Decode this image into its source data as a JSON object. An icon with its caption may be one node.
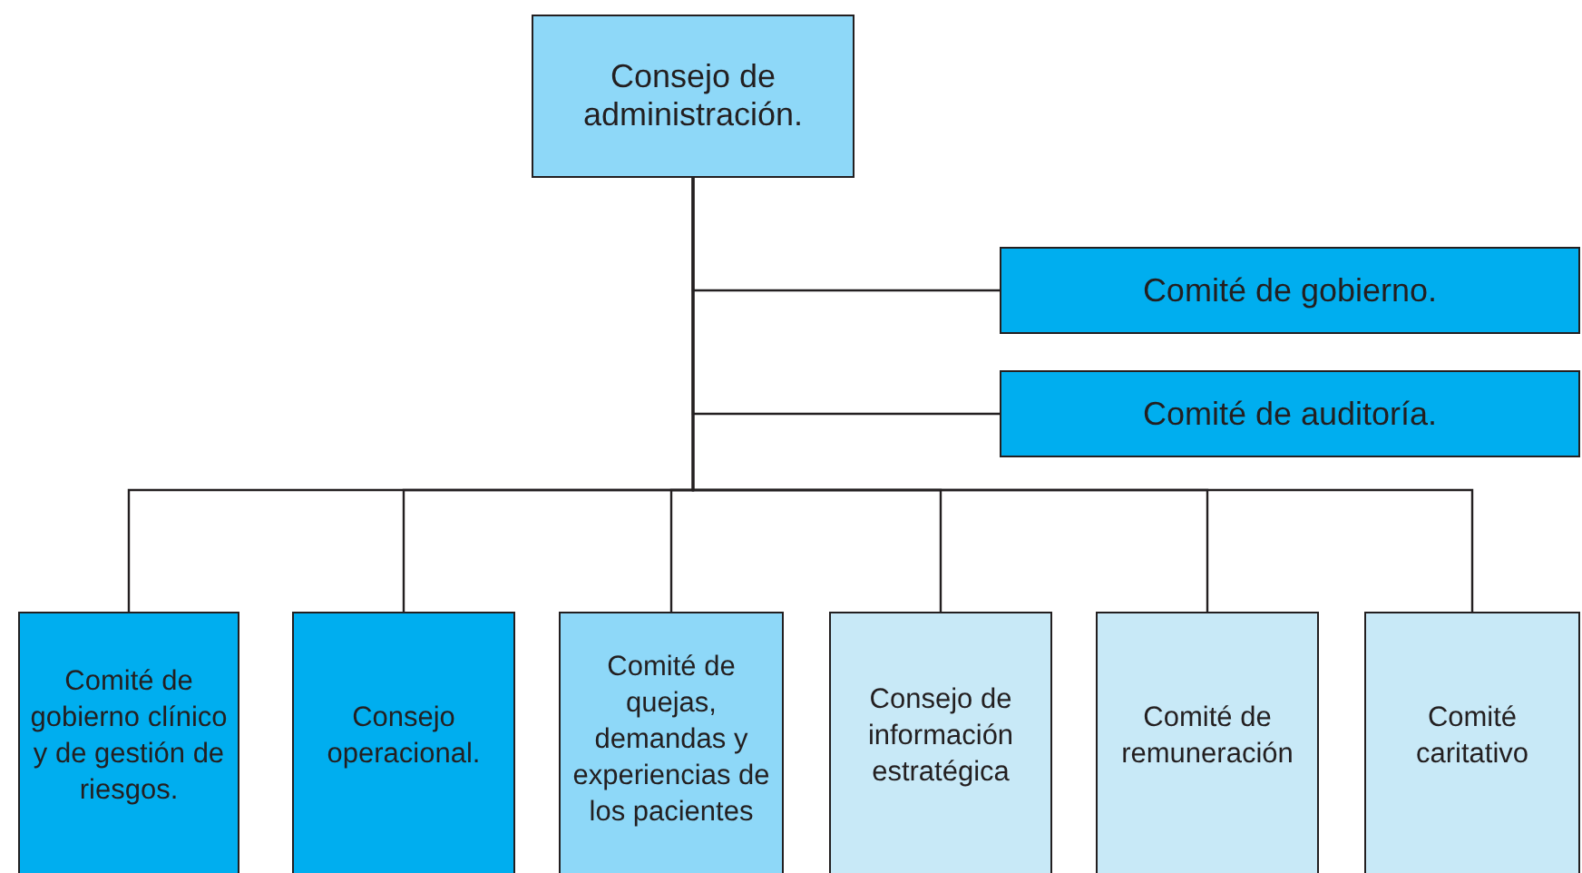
{
  "diagram": {
    "nodes": [
      {
        "text": [
          "Consejo de administración."
        ]
      },
      {
        "text": [
          "Comité de gobierno."
        ]
      },
      {
        "text": [
          "Comité de auditoría."
        ]
      },
      {
        "text": [
          "Comité de gobierno clínico y de gestión de riesgos."
        ]
      },
      {
        "text": [
          "Consejo operacional."
        ]
      },
      {
        "text": [
          "Comité de quejas, demandas y experiencias de los pacientes"
        ]
      },
      {
        "text": [
          "Consejo de información estratégica"
        ]
      },
      {
        "text": [
          "Comité de remuneración"
        ]
      },
      {
        "text": [
          "Comité caritativo"
        ]
      }
    ],
    "edges": [
      {
        "from": 0,
        "to": 1,
        "arrow": "none"
      },
      {
        "from": 0,
        "to": 2,
        "arrow": "none"
      },
      {
        "from": 0,
        "to": 3,
        "arrow": "none"
      },
      {
        "from": 0,
        "to": 4,
        "arrow": "none"
      },
      {
        "from": 0,
        "to": 5,
        "arrow": "none"
      },
      {
        "from": 0,
        "to": 6,
        "arrow": "none"
      },
      {
        "from": 0,
        "to": 7,
        "arrow": "none"
      },
      {
        "from": 0,
        "to": 8,
        "arrow": "none"
      }
    ]
  }
}
